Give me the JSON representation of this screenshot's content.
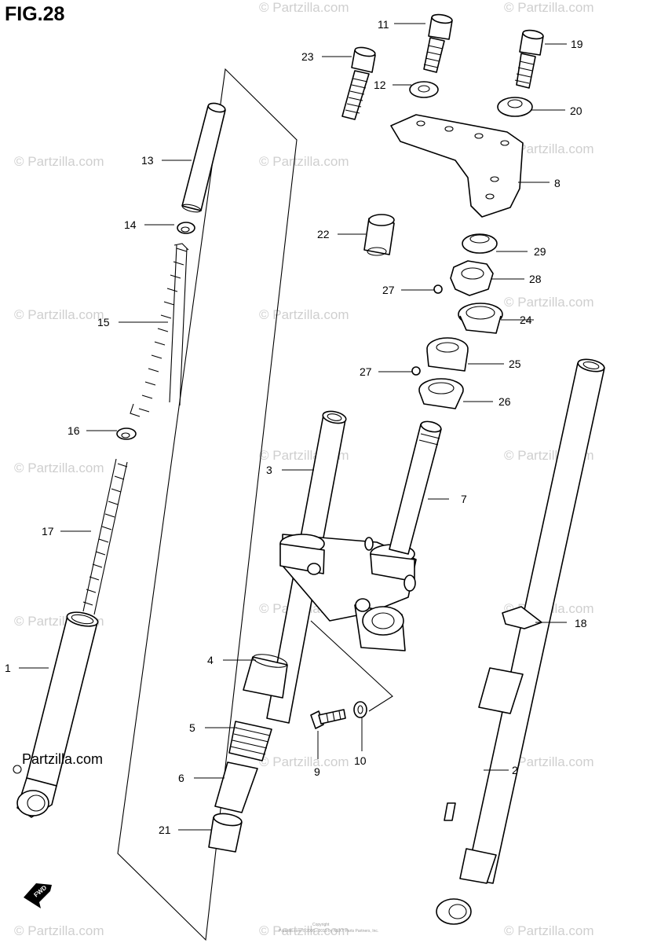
{
  "title": "FIG.28",
  "watermark": "© Partzilla.com",
  "brand": "Partzilla.com",
  "copyright": [
    "Copyright",
    "Partzilla.com © 2006 - 2019 by NEXT Parts Partners, Inc."
  ],
  "fwd_label": "FWD",
  "callouts": [
    "1",
    "2",
    "3",
    "4",
    "5",
    "6",
    "7",
    "8",
    "9",
    "10",
    "11",
    "12",
    "13",
    "14",
    "15",
    "16",
    "17",
    "18",
    "19",
    "20",
    "21",
    "22",
    "23",
    "24",
    "25",
    "26",
    "27",
    "27",
    "28",
    "29"
  ]
}
